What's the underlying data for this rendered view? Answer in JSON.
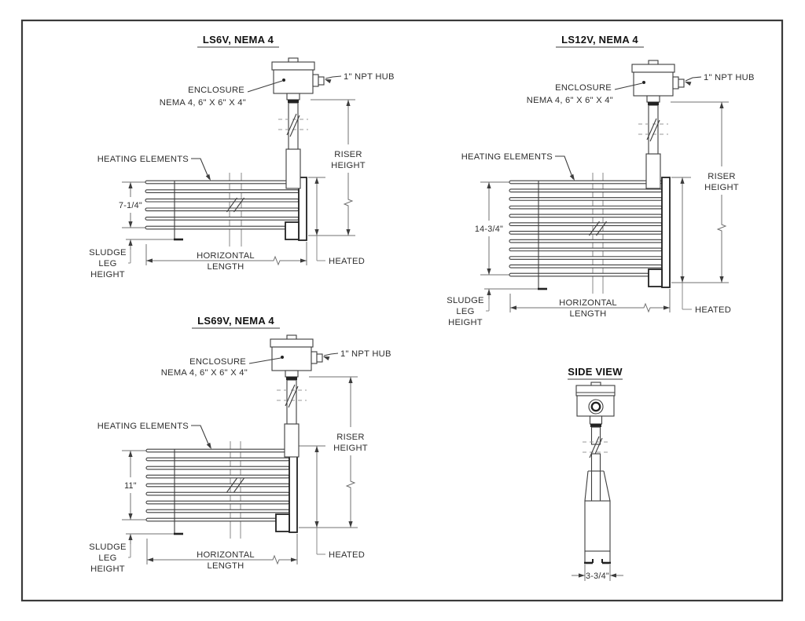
{
  "sheet": {
    "background": "#ffffff",
    "border_color": "#3a3a3a"
  },
  "colors": {
    "line": "#3d3d3d",
    "dimension": "#707070",
    "text": "#2e2e2e",
    "title": "#111111"
  },
  "views": {
    "ls6v": {
      "title": "LS6V, NEMA 4",
      "bundle_height": "7-1/4\""
    },
    "ls12v": {
      "title": "LS12V, NEMA 4",
      "bundle_height": "14-3/4\""
    },
    "ls69v": {
      "title": "LS69V, NEMA 4",
      "bundle_height": "11\""
    },
    "side": {
      "title": "SIDE VIEW",
      "width_dim": "3-3/4\""
    }
  },
  "element_counts": {
    "ls6v": 6,
    "ls12v": 12,
    "ls69v": 9
  },
  "labels": {
    "enclosure": "ENCLOSURE",
    "enclosure_spec": "NEMA 4, 6\" X 6\" X 4\"",
    "npt_hub": "1\" NPT HUB",
    "heating_elements": "HEATING ELEMENTS",
    "riser_line1": "RISER",
    "riser_line2": "HEIGHT",
    "sludge_line1": "SLUDGE",
    "sludge_line2": "LEG",
    "sludge_line3": "HEIGHT",
    "horizontal_line1": "HORIZONTAL",
    "horizontal_line2": "LENGTH",
    "heated": "HEATED"
  }
}
